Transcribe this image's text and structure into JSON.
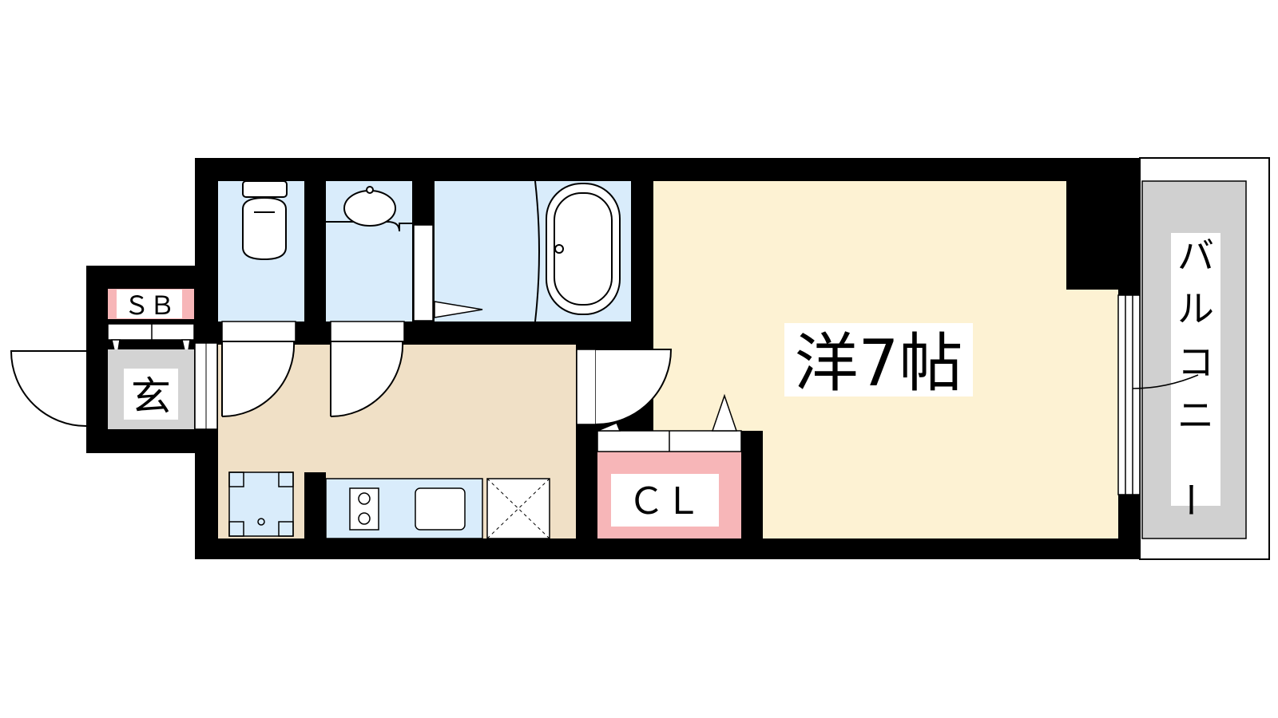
{
  "rooms": {
    "western": {
      "label": "洋7帖"
    },
    "entrance": {
      "label": "玄"
    },
    "shoe_box": {
      "label": "ＳＢ"
    },
    "closet": {
      "label": "ＣＬ"
    },
    "balcony": {
      "label": "バルコニー"
    }
  },
  "colors": {
    "wall": "#000000",
    "western_floor": "#fdf2d3",
    "kitchen_floor": "#f0e0c6",
    "wet_area": "#d9ecfb",
    "closet": "#f7b6b8",
    "shoe_box": "#f7b6b8",
    "entrance": "#d3d3d3",
    "balcony": "#d0d0d0",
    "label_bg": "#ffffff"
  }
}
